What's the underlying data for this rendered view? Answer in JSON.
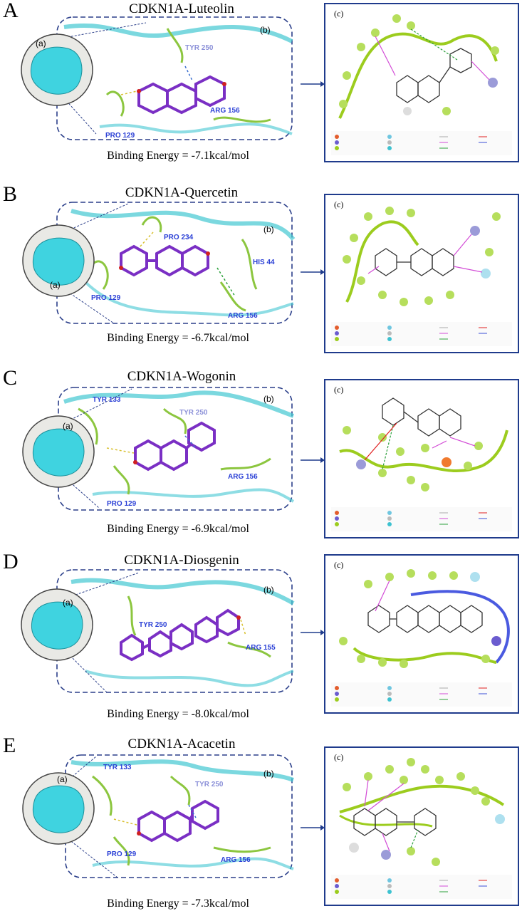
{
  "panels": [
    {
      "letter": "A",
      "title": "CDKN1A-Luteolin",
      "energy": "Binding Energy = -7.1kcal/mol",
      "inset_label": "(a)",
      "box_label": "(b)",
      "diagram_label": "(c)",
      "residues": [
        "TYR 250",
        "ARG 156",
        "PRO 129"
      ]
    },
    {
      "letter": "B",
      "title": "CDKN1A-Quercetin",
      "energy": "Binding Energy = -6.7kcal/mol",
      "inset_label": "(a)",
      "box_label": "(b)",
      "diagram_label": "(c)",
      "residues": [
        "PRO 234",
        "HIS 44",
        "PRO 129",
        "ARG 156"
      ]
    },
    {
      "letter": "C",
      "title": "CDKN1A-Wogonin",
      "energy": "Binding Energy = -6.9kcal/mol",
      "inset_label": "(a)",
      "box_label": "(b)",
      "diagram_label": "(c)",
      "residues": [
        "TYR 133",
        "TYR 250",
        "ARG 156",
        "PRO 129"
      ]
    },
    {
      "letter": "D",
      "title": "CDKN1A-Diosgenin",
      "energy": "Binding Energy = -8.0kcal/mol",
      "inset_label": "(a)",
      "box_label": "(b)",
      "diagram_label": "(c)",
      "residues": [
        "TYR 250",
        "ARG 155"
      ]
    },
    {
      "letter": "E",
      "title": "CDKN1A-Acacetin",
      "energy": "Binding Energy = -7.3kcal/mol",
      "inset_label": "(a)",
      "box_label": "(b)",
      "diagram_label": "(c)",
      "residues": [
        "TYR 133",
        "TYR 250",
        "PRO 129",
        "ARG 156"
      ]
    }
  ],
  "colors": {
    "dashed_box": "#2b3f8a",
    "ribbon": "#43c7d2",
    "surface": "#3fd3e0",
    "ligand": "#7a2fc4",
    "residue_stick": "#8cc63f",
    "residue_label": "#2b40d6",
    "residue_label_faded": "#8b90d8",
    "arrow": "#1f3b8c",
    "diagram_curve": "#9ccc1e",
    "hbond": "#d24bd6",
    "pi_stack": "#2aa03a"
  }
}
